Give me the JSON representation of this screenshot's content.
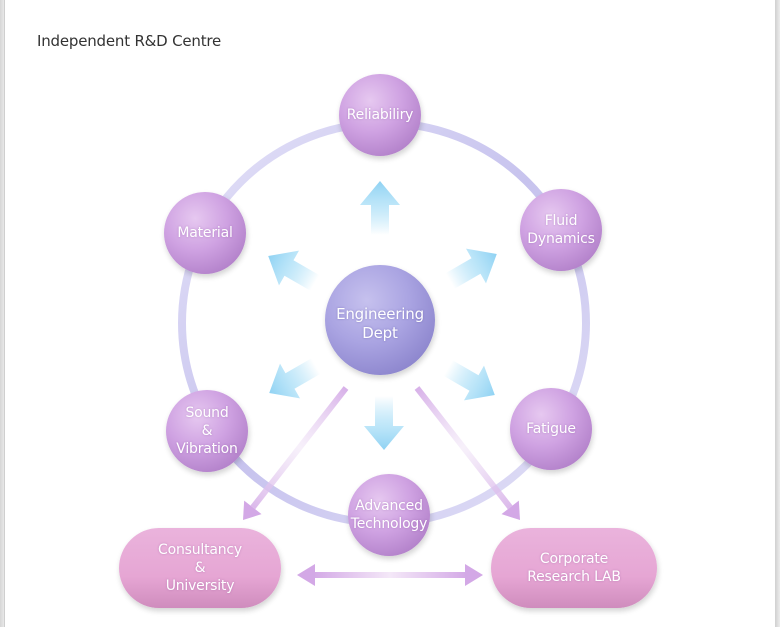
{
  "title": "Independent R&D Centre",
  "colors": {
    "ring": "#c9c6ef",
    "satellite_node": "#cfa2e0",
    "center_node": "#a9a3e0",
    "partner_node": "#e8a8d6",
    "blue_arrow": "#8fd4f4",
    "purple_arrow": "#d3a8e6"
  },
  "center": {
    "id": "engineering",
    "label_lines": [
      "Engineering",
      "Dept"
    ]
  },
  "satellites": [
    {
      "id": "reliability",
      "label_lines": [
        "Reliabiliry"
      ]
    },
    {
      "id": "fluid-dynamics",
      "label_lines": [
        "Fluid",
        "Dynamics"
      ]
    },
    {
      "id": "fatigue",
      "label_lines": [
        "Fatigue"
      ]
    },
    {
      "id": "advanced-technology",
      "label_lines": [
        "Advanced",
        "Technology"
      ]
    },
    {
      "id": "sound-vibration",
      "label_lines": [
        "Sound",
        "&",
        "Vibration"
      ]
    },
    {
      "id": "material",
      "label_lines": [
        "Material"
      ]
    }
  ],
  "partners": [
    {
      "id": "consultancy-university",
      "label_lines": [
        "Consultancy",
        "&",
        "University"
      ]
    },
    {
      "id": "corporate-research-lab",
      "label_lines": [
        "Corporate",
        "Research LAB"
      ]
    }
  ],
  "connections": [
    {
      "from": "engineering",
      "to": "reliability",
      "style": "blue-arrow"
    },
    {
      "from": "engineering",
      "to": "fluid-dynamics",
      "style": "blue-arrow"
    },
    {
      "from": "engineering",
      "to": "fatigue",
      "style": "blue-arrow"
    },
    {
      "from": "engineering",
      "to": "advanced-technology",
      "style": "blue-arrow"
    },
    {
      "from": "engineering",
      "to": "sound-vibration",
      "style": "blue-arrow"
    },
    {
      "from": "engineering",
      "to": "material",
      "style": "blue-arrow"
    },
    {
      "from": "engineering",
      "to": "consultancy-university",
      "style": "purple-arrow"
    },
    {
      "from": "engineering",
      "to": "corporate-research-lab",
      "style": "purple-arrow"
    },
    {
      "from": "consultancy-university",
      "to": "corporate-research-lab",
      "style": "purple-double-arrow"
    }
  ]
}
